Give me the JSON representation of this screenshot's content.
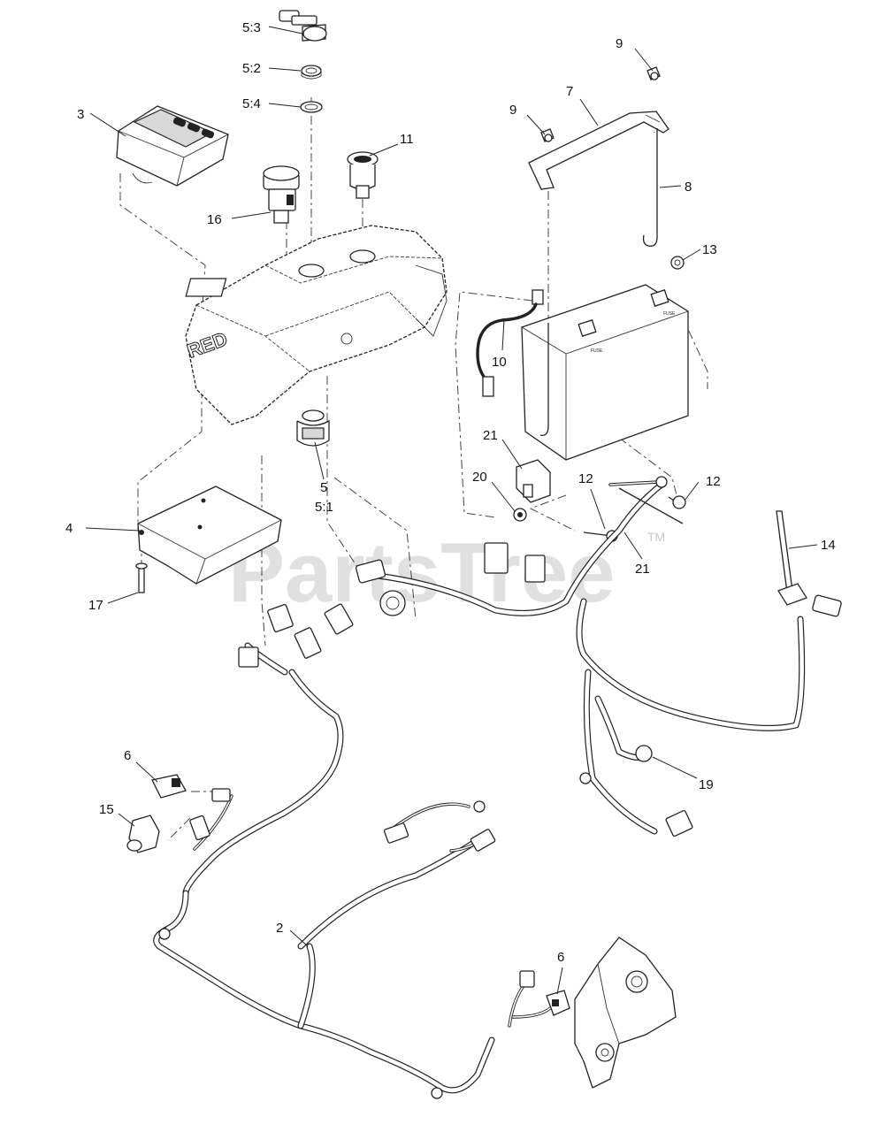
{
  "watermark": {
    "text": "PartsTree",
    "trademark": "TM"
  },
  "callouts": {
    "c_5_3": "5:3",
    "c_5_2": "5:2",
    "c_5_4": "5:4",
    "c_3": "3",
    "c_16": "16",
    "c_11": "11",
    "c_9a": "9",
    "c_7": "7",
    "c_9b": "9",
    "c_8": "8",
    "c_13": "13",
    "c_10": "10",
    "c_21a": "21",
    "c_20": "20",
    "c_12a": "12",
    "c_12b": "12",
    "c_5": "5",
    "c_5_1": "5:1",
    "c_4": "4",
    "c_17": "17",
    "c_21b": "21",
    "c_14": "14",
    "c_6a": "6",
    "c_15": "15",
    "c_19": "19",
    "c_2": "2",
    "c_6b": "6"
  },
  "fuse_labels": {
    "f1": "FUSE",
    "f2": "FUSE"
  }
}
